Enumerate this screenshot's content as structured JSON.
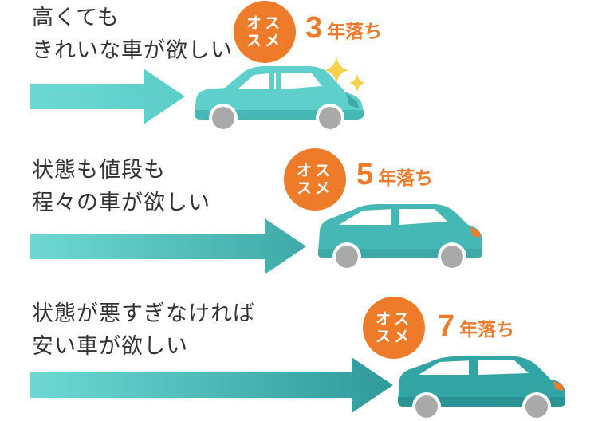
{
  "colors": {
    "badge": "#ee7b2a",
    "accent_text": "#ee7b2a",
    "arrow_start": "#6dd8d3",
    "arrow_end": "#2f9a9a",
    "car_light": "#5fcfcc",
    "car_mid": "#45b8b6",
    "car_dark": "#33a4a4",
    "wheel": "#a9a9a9",
    "sparkle": "#f6d24a"
  },
  "recommendations": [
    {
      "line1": "高くても",
      "line2": "きれいな車が欲しい",
      "badge": {
        "line1": "オス",
        "line2": "スメ"
      },
      "years_number": "3",
      "years_suffix": "年落ち",
      "car_icon": "hatchback-car-icon",
      "sparkle_icon": "sparkle-icon"
    },
    {
      "line1": "状態も値段も",
      "line2": "程々の車が欲しい",
      "badge": {
        "line1": "オス",
        "line2": "スメ"
      },
      "years_number": "5",
      "years_suffix": "年落ち",
      "car_icon": "hatchback-car-icon"
    },
    {
      "line1": "状態が悪すぎなければ",
      "line2": "安い車が欲しい",
      "badge": {
        "line1": "オス",
        "line2": "スメ"
      },
      "years_number": "7",
      "years_suffix": "年落ち",
      "car_icon": "hatchback-car-icon"
    }
  ]
}
